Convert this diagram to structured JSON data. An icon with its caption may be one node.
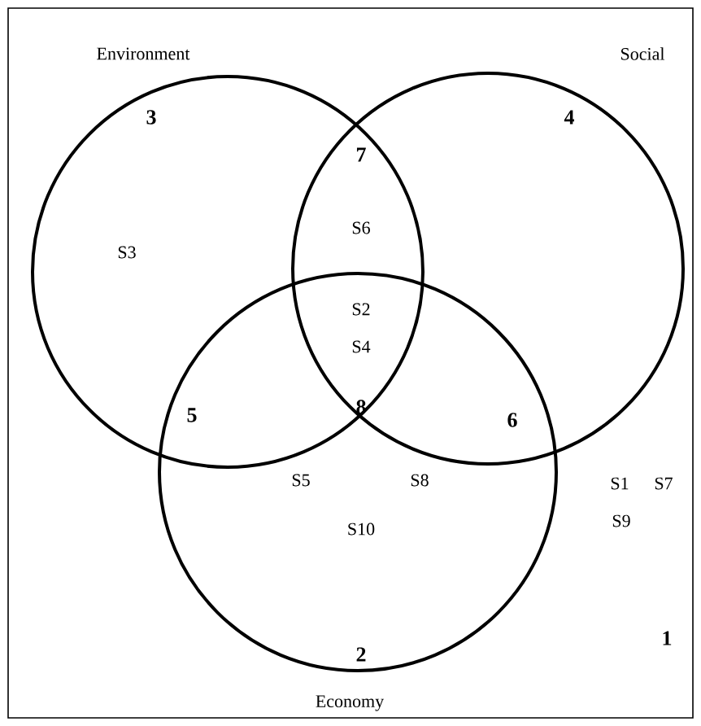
{
  "diagram": {
    "nodes": [
      {
        "text": [
          "Environment"
        ]
      },
      {
        "text": [
          "Social"
        ]
      },
      {
        "text": [
          "Economy"
        ]
      }
    ],
    "labels": [
      "3",
      "7",
      "4",
      "S6",
      "S3",
      "S2",
      "S4",
      "5",
      "8",
      "6",
      "S1",
      "S7",
      "S5",
      "S8",
      "S9",
      "S10",
      "2",
      "1"
    ]
  }
}
